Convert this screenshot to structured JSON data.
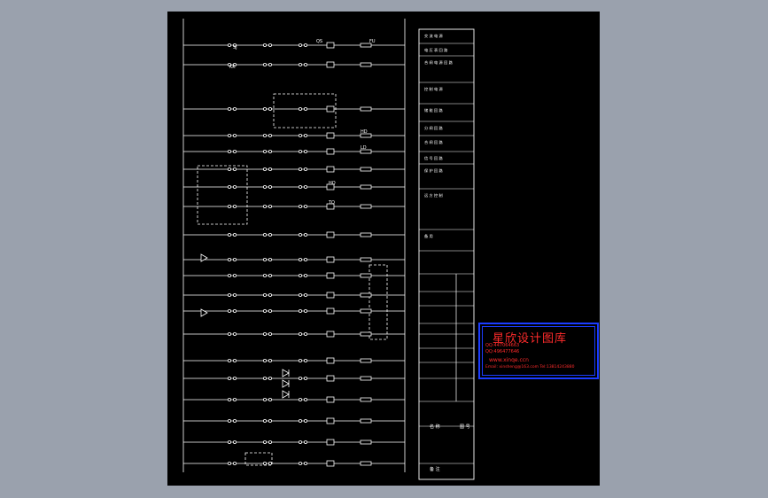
{
  "title_block": {
    "rows": [
      {
        "label": "交 流 电 源"
      },
      {
        "label": "电 压 表 回 路"
      },
      {
        "label": "合 闸 电 源 回 路"
      },
      {
        "label": "控 制 电 源"
      },
      {
        "label": "储 能 回 路"
      },
      {
        "label": "分 闸 回 路"
      },
      {
        "label": "合 闸 回 路"
      },
      {
        "label": "信 号 回 路"
      },
      {
        "label": "保 护 回 路"
      },
      {
        "label": "远 方 控 制"
      },
      {
        "label": "备 用"
      }
    ],
    "label_a": "名 称",
    "label_b": "图 号",
    "label_c": "备 注"
  },
  "watermark": {
    "title": "星欣设计图库",
    "line1": "QQ:447064663",
    "line2": "QQ:496477646",
    "url": "www.xinqe.ccn",
    "email": "Email: xinsheng@163.com   Tel:13814243880"
  },
  "labels": {
    "sj": "SJ",
    "kk": "KK",
    "qs": "QS",
    "hd": "HD",
    "ld": "LD",
    "hq": "HQ",
    "tq": "TQ",
    "fu": "FU"
  }
}
